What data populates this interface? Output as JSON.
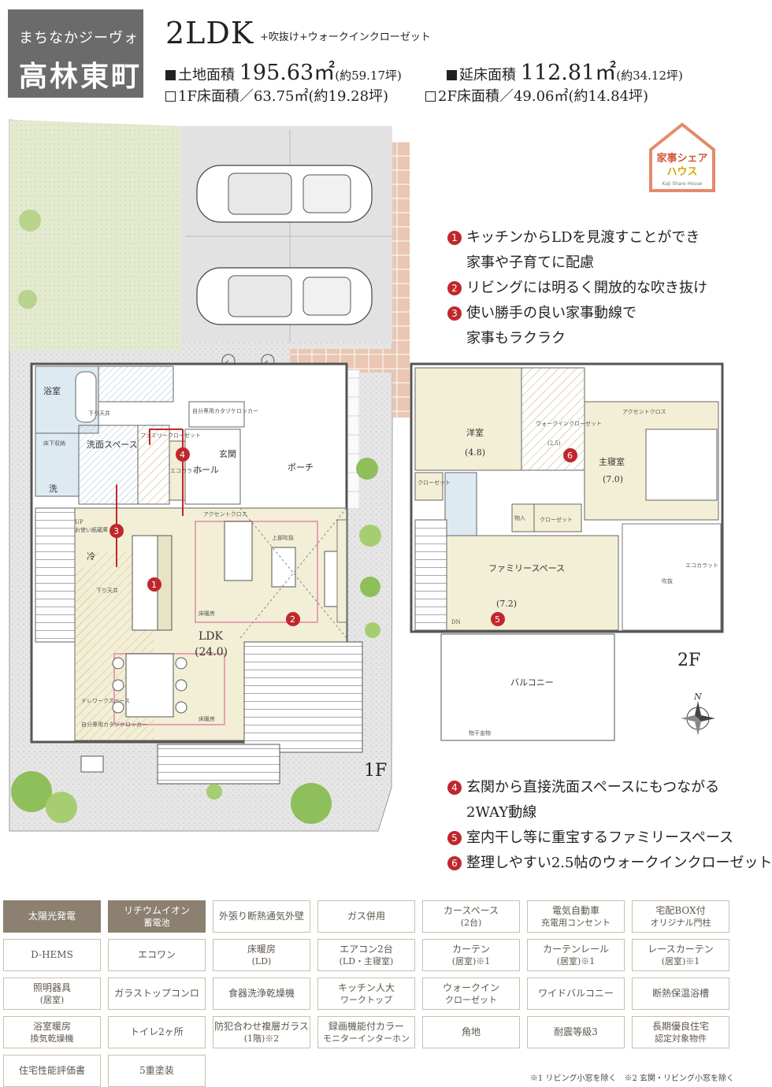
{
  "header": {
    "project_sub": "まちなかジーヴォ",
    "project_main": "高林東町",
    "plan_type": "2LDK",
    "plan_extra": "+吹抜け+ウォークインクローゼット",
    "land_area_label": "土地面積",
    "land_area_value": "195.63㎡",
    "land_area_tsubo": "(約59.17坪)",
    "floor_area_label": "延床面積",
    "floor_area_value": "112.81㎡",
    "floor_area_tsubo": "(約34.12坪)",
    "f1_area": "1F床面積／63.75㎡(約19.28坪)",
    "f2_area": "2F床面積／49.06㎡(約14.84坪)"
  },
  "badge": {
    "title": "家事シェア",
    "sub": "ハウス",
    "en": "Kaji Share House"
  },
  "points_top": [
    {
      "num": "1",
      "text": "キッチンからLDを見渡すことができ",
      "cont": "家事や子育てに配慮"
    },
    {
      "num": "2",
      "text": "リビングには明るく開放的な吹き抜け",
      "cont": ""
    },
    {
      "num": "3",
      "text": "使い勝手の良い家事動線で",
      "cont": "家事もラクラク"
    }
  ],
  "points_bottom": [
    {
      "num": "4",
      "text": "玄関から直接洗面スペースにもつながる",
      "cont": "2WAY動線"
    },
    {
      "num": "5",
      "text": "室内干し等に重宝するファミリースペース",
      "cont": ""
    },
    {
      "num": "6",
      "text": "整理しやすい2.5帖のウォークインクローゼット",
      "cont": ""
    }
  ],
  "plan1f": {
    "floor_label": "1F",
    "bath": "浴室",
    "under_floor": "床下収納",
    "wash": "洗",
    "wash_space": "洗面スペース",
    "family_closet": "ファミリークローゼット",
    "eco": "エコカラット",
    "hall": "ホール",
    "entrance": "玄関",
    "porch": "ポーチ",
    "own_locker": "自分専用カタヅケロッカー",
    "drop_ceiling": "下り天井",
    "accent": "アクセントクロス",
    "up": "UP",
    "pantry": "お使い紙蔵庫",
    "fridge": "冷",
    "ldk": "LDK",
    "ldk_size": "(24.0)",
    "floor_heat": "床暖房",
    "upper_void": "上部吹抜",
    "telework": "テレワークスペース",
    "own_locker2": "自分専用カタヅケロッカー"
  },
  "plan2f": {
    "floor_label": "2F",
    "western": "洋室",
    "western_size": "(4.8)",
    "wic": "ウォークインクローゼット",
    "wic_size": "(2.5)",
    "master": "主寝室",
    "master_size": "(7.0)",
    "closet": "クローゼット",
    "closet2": "クローゼット",
    "storage": "物入",
    "family": "ファミリースペース",
    "family_size": "(7.2)",
    "void": "吹抜",
    "dn": "DN",
    "balcony": "バルコニー",
    "drying": "物干金物",
    "accent": "アクセントクロス",
    "eco": "エコカラット"
  },
  "north": "N",
  "features": [
    {
      "l1": "太陽光発電",
      "l2": "",
      "hl": true
    },
    {
      "l1": "リチウムイオン",
      "l2": "蓄電池",
      "hl": true
    },
    {
      "l1": "外張り断熱通気外壁",
      "l2": "",
      "hl": false
    },
    {
      "l1": "ガス併用",
      "l2": "",
      "hl": false
    },
    {
      "l1": "カースペース",
      "l2": "(2台)",
      "hl": false
    },
    {
      "l1": "電気自動車",
      "l2": "充電用コンセント",
      "hl": false
    },
    {
      "l1": "宅配BOX付",
      "l2": "オリジナル門柱",
      "hl": false
    },
    {
      "l1": "D-HEMS",
      "l2": "",
      "hl": false
    },
    {
      "l1": "エコワン",
      "l2": "",
      "hl": false
    },
    {
      "l1": "床暖房",
      "l2": "(LD)",
      "hl": false
    },
    {
      "l1": "エアコン2台",
      "l2": "(LD・主寝室)",
      "hl": false
    },
    {
      "l1": "カーテン",
      "l2": "(居室)※1",
      "hl": false
    },
    {
      "l1": "カーテンレール",
      "l2": "(居室)※1",
      "hl": false
    },
    {
      "l1": "レースカーテン",
      "l2": "(居室)※1",
      "hl": false
    },
    {
      "l1": "照明器具",
      "l2": "(居室)",
      "hl": false
    },
    {
      "l1": "ガラストップコンロ",
      "l2": "",
      "hl": false
    },
    {
      "l1": "食器洗浄乾燥機",
      "l2": "",
      "hl": false
    },
    {
      "l1": "キッチン人大",
      "l2": "ワークトップ",
      "hl": false
    },
    {
      "l1": "ウォークイン",
      "l2": "クローゼット",
      "hl": false
    },
    {
      "l1": "ワイドバルコニー",
      "l2": "",
      "hl": false
    },
    {
      "l1": "断熱保温浴槽",
      "l2": "",
      "hl": false
    },
    {
      "l1": "浴室暖房",
      "l2": "換気乾燥機",
      "hl": false
    },
    {
      "l1": "トイレ2ヶ所",
      "l2": "",
      "hl": false
    },
    {
      "l1": "防犯合わせ複層ガラス",
      "l2": "(1階)※2",
      "hl": false
    },
    {
      "l1": "録画機能付カラー",
      "l2": "モニターインターホン",
      "hl": false
    },
    {
      "l1": "角地",
      "l2": "",
      "hl": false
    },
    {
      "l1": "耐震等級3",
      "l2": "",
      "hl": false
    },
    {
      "l1": "長期優良住宅",
      "l2": "認定対象物件",
      "hl": false
    },
    {
      "l1": "住宅性能評価書",
      "l2": "",
      "hl": false
    },
    {
      "l1": "5重塗装",
      "l2": "",
      "hl": false
    }
  ],
  "footnote": "※1 リビング小窓を除く　※2 玄関・リビング小窓を除く",
  "colors": {
    "accent_red": "#c0272d",
    "feature_hl": "#8c8070",
    "title_bg": "#6b6b6b",
    "room_beige": "#f3efd6"
  }
}
